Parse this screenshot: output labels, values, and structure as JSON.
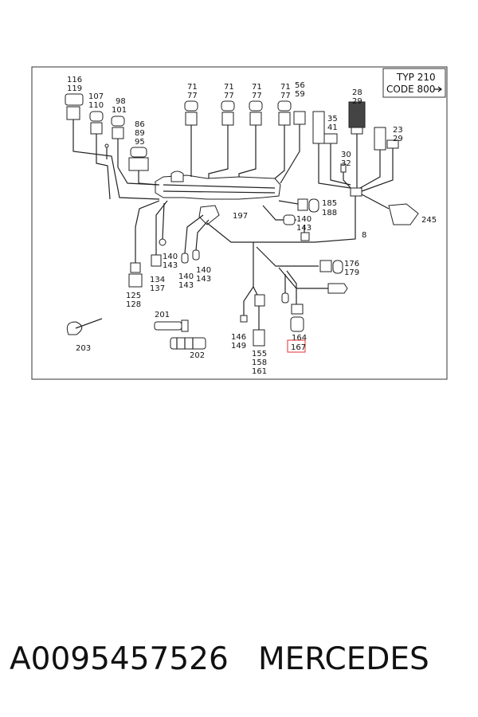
{
  "header": {
    "typ": "TYP 210",
    "code": "CODE 800"
  },
  "labels": {
    "l116": "116",
    "l119": "119",
    "l107": "107",
    "l110": "110",
    "l98": "98",
    "l101": "101",
    "l86": "86",
    "l89": "89",
    "l95": "95",
    "l71a": "71",
    "l77a": "77",
    "l71b": "71",
    "l77b": "77",
    "l71c": "71",
    "l77c": "77",
    "l71d": "71",
    "l77d": "77",
    "l56": "56",
    "l59": "59",
    "l35": "35",
    "l41": "41",
    "l28": "28",
    "l29a": "29",
    "l30": "30",
    "l32": "32",
    "l23": "23",
    "l29b": "29",
    "l185": "185",
    "l188": "188",
    "l197": "197",
    "l140a": "140",
    "l143a": "143",
    "l245": "245",
    "l8": "8",
    "l140b": "140",
    "l143b": "143",
    "l134": "134",
    "l137": "137",
    "l140c": "140",
    "l143c": "143",
    "l140d": "140",
    "l143d": "143",
    "l125": "125",
    "l128": "128",
    "l176": "176",
    "l179": "179",
    "l201": "201",
    "l202": "202",
    "l203": "203",
    "l146": "146",
    "l149": "149",
    "l155": "155",
    "l158": "158",
    "l161": "161",
    "l164": "164",
    "l167": "167"
  },
  "highlight_color": "#e03030",
  "caption": {
    "part_number": "A0095457526",
    "brand": "MERCEDES"
  }
}
